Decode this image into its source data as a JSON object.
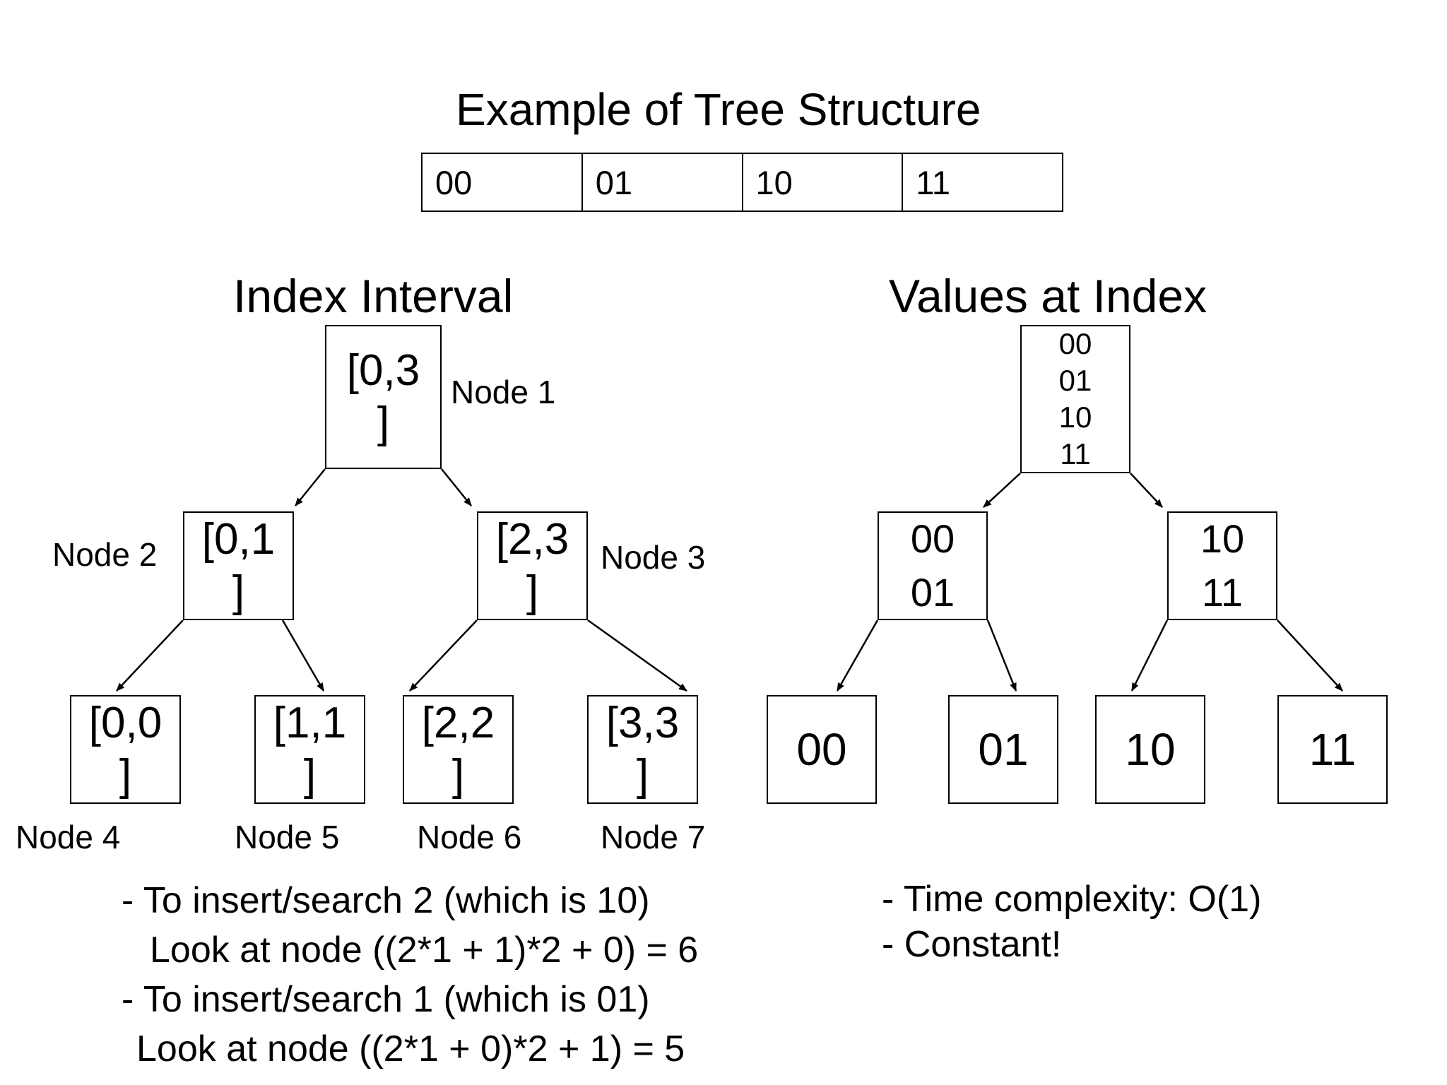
{
  "title": "Example of Tree Structure",
  "array_table": {
    "cells": [
      "00",
      "01",
      "10",
      "11"
    ]
  },
  "left_tree": {
    "heading": "Index Interval",
    "nodes": [
      {
        "line1": "[0,3",
        "line2": "]",
        "label": "Node 1"
      },
      {
        "line1": "[0,1",
        "line2": "]",
        "label": "Node 2"
      },
      {
        "line1": "[2,3",
        "line2": "]",
        "label": "Node 3"
      },
      {
        "line1": "[0,0",
        "line2": "]",
        "label": "Node 4"
      },
      {
        "line1": "[1,1",
        "line2": "]",
        "label": "Node 5"
      },
      {
        "line1": "[2,2",
        "line2": "]",
        "label": "Node 6"
      },
      {
        "line1": "[3,3",
        "line2": "]",
        "label": "Node 7"
      }
    ]
  },
  "right_tree": {
    "heading": "Values at Index",
    "root": {
      "values": [
        "00",
        "01",
        "10",
        "11"
      ]
    },
    "children": [
      {
        "values": [
          "00",
          "01"
        ]
      },
      {
        "values": [
          "10",
          "11"
        ]
      }
    ],
    "leaves": [
      "00",
      "01",
      "10",
      "11"
    ]
  },
  "notes_left": {
    "lines": [
      "- To insert/search 2 (which is 10)",
      "Look at node ((2*1 + 1)*2 + 0) = 6",
      "- To insert/search 1 (which is 01)",
      "Look at node ((2*1 + 0)*2 + 1) = 5"
    ]
  },
  "notes_right": {
    "lines": [
      "- Time complexity: O(1)",
      "- Constant!"
    ]
  },
  "colors": {
    "background": "#ffffff",
    "ink": "#000000"
  }
}
